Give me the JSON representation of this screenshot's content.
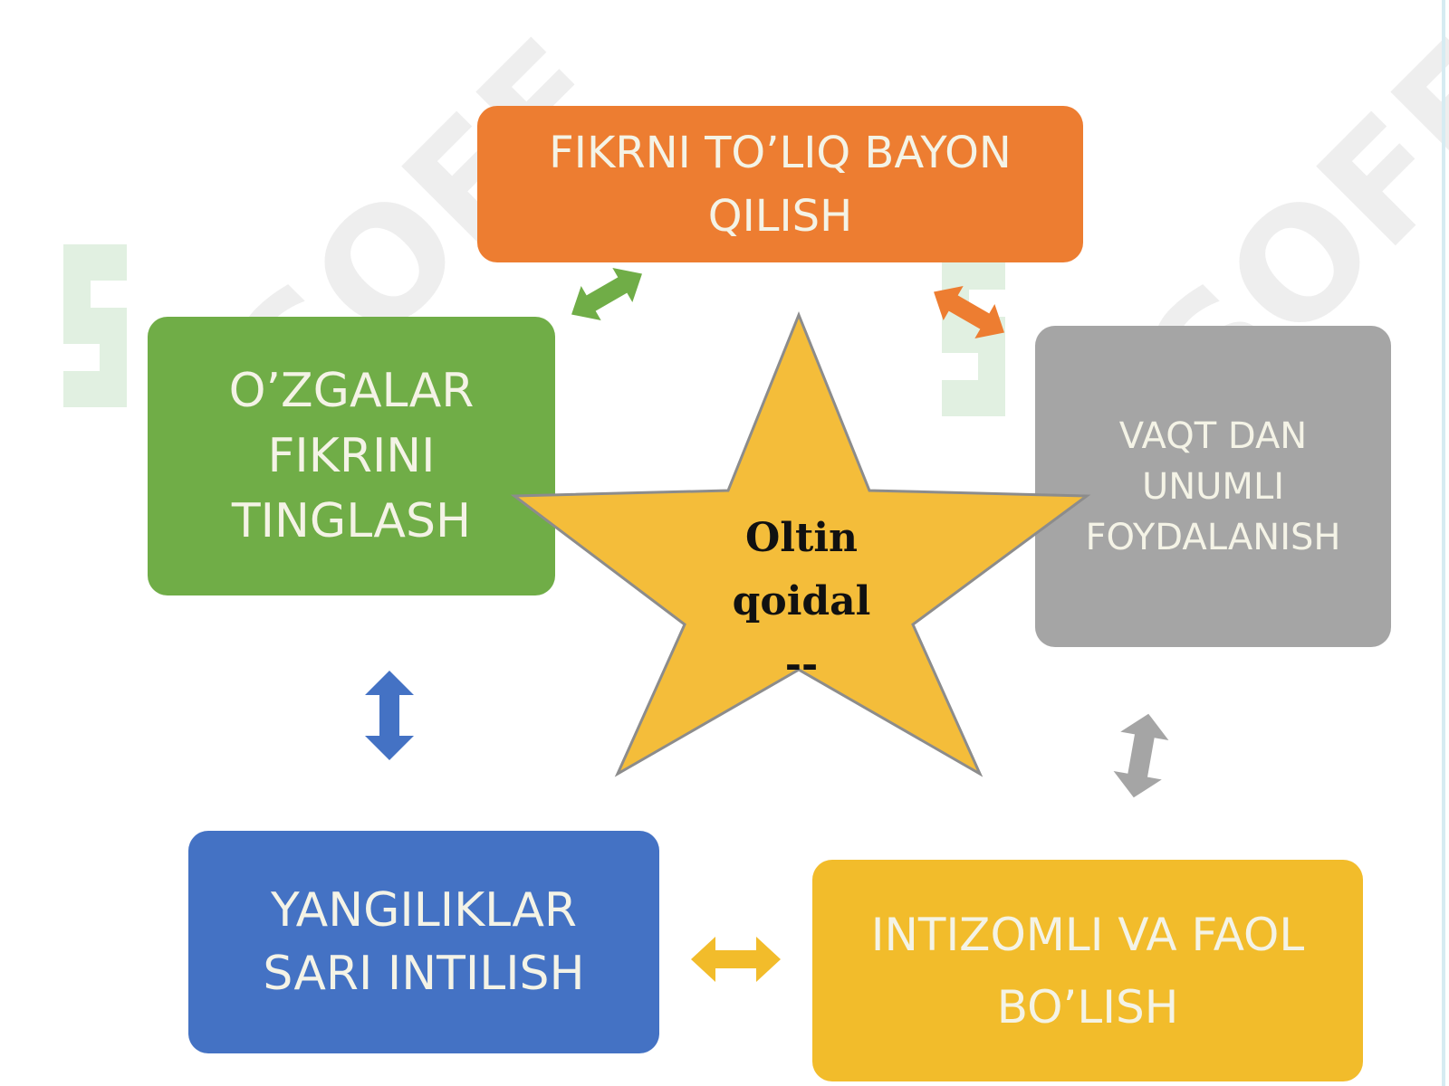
{
  "diagram": {
    "center": {
      "label": "Oltin\nqoidal\n--",
      "fill": "#f4bd3a",
      "stroke": "#8c8c8c"
    },
    "boxes": [
      {
        "id": "top",
        "label": "FIKRNI TO’LIQ BAYON\nQILISH",
        "color": "#ed7d31"
      },
      {
        "id": "left",
        "label": "O’ZGALAR\nFIKRINI\nTINGLASH",
        "color": "#70ad47"
      },
      {
        "id": "right",
        "label": "VAQT DAN\nUNUMLI\nFOYDALANISH",
        "color": "#a5a5a5"
      },
      {
        "id": "bottom-left",
        "label": "YANGILIKLAR\nSARI INTILISH",
        "color": "#4472c4"
      },
      {
        "id": "bottom-right",
        "label": "INTIZOMLI VA FAOL\nBO’LISH",
        "color": "#f2bc2b"
      }
    ],
    "arrows": [
      {
        "id": "top-left",
        "color": "#70ad47"
      },
      {
        "id": "top-right",
        "color": "#ed7d31"
      },
      {
        "id": "left-bottom",
        "color": "#4472c4"
      },
      {
        "id": "right-bottom",
        "color": "#a5a5a5"
      },
      {
        "id": "bottom",
        "color": "#f2bc2b"
      }
    ]
  },
  "watermark": {
    "text": "SOFF",
    "text2": "SOFF"
  }
}
